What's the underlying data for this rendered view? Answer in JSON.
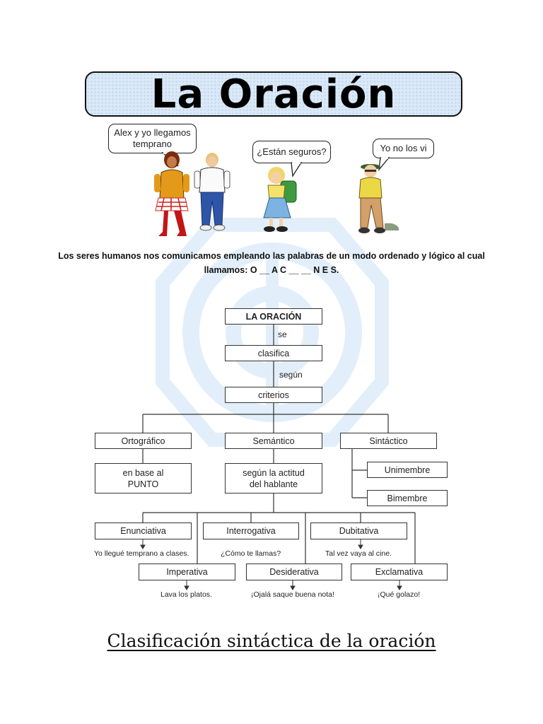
{
  "title": "La Oración",
  "bubbles": {
    "first": "Alex y yo llegamos temprano",
    "second": "¿Están seguros?",
    "third": "Yo no los vi"
  },
  "intro": {
    "line1": "Los seres humanos nos comunicamos empleando las palabras de un modo ordenado y lógico al cual",
    "line2": "llamamos: O __ A C __ __ N E S."
  },
  "diagram": {
    "root": "LA ORACIÓN",
    "conn_se": "se",
    "clasifica": "clasifica",
    "conn_segun": "según",
    "criterios": "criterios",
    "ortografico": "Ortográfico",
    "semantico": "Semántico",
    "sintactico": "Sintáctico",
    "en_base_line1": "en base al",
    "en_base_line2": "PUNTO",
    "segun_actitud_line1": "según la actitud",
    "segun_actitud_line2": "del hablante",
    "unimembre": "Unimembre",
    "bimembre": "Bimembre",
    "enunciativa": "Enunciativa",
    "interrogativa": "Interrogativa",
    "dubitativa": "Dubitativa",
    "imperativa": "Imperativa",
    "desiderativa": "Desiderativa",
    "exclamativa": "Exclamativa",
    "ex_enunciativa": "Yo llegué temprano a clases.",
    "ex_interrogativa": "¿Cómo te llamas?",
    "ex_dubitativa": "Tal vez vaya al cine.",
    "ex_imperativa": "Lava los platos.",
    "ex_desiderativa": "¡Ojalá saque buena nota!",
    "ex_exclamativa": "¡Qué golazo!"
  },
  "footer": "Clasificación sintáctica de la oración",
  "colors": {
    "banner_bg": "#dbe9f7",
    "watermark": "#e3f0fb"
  }
}
